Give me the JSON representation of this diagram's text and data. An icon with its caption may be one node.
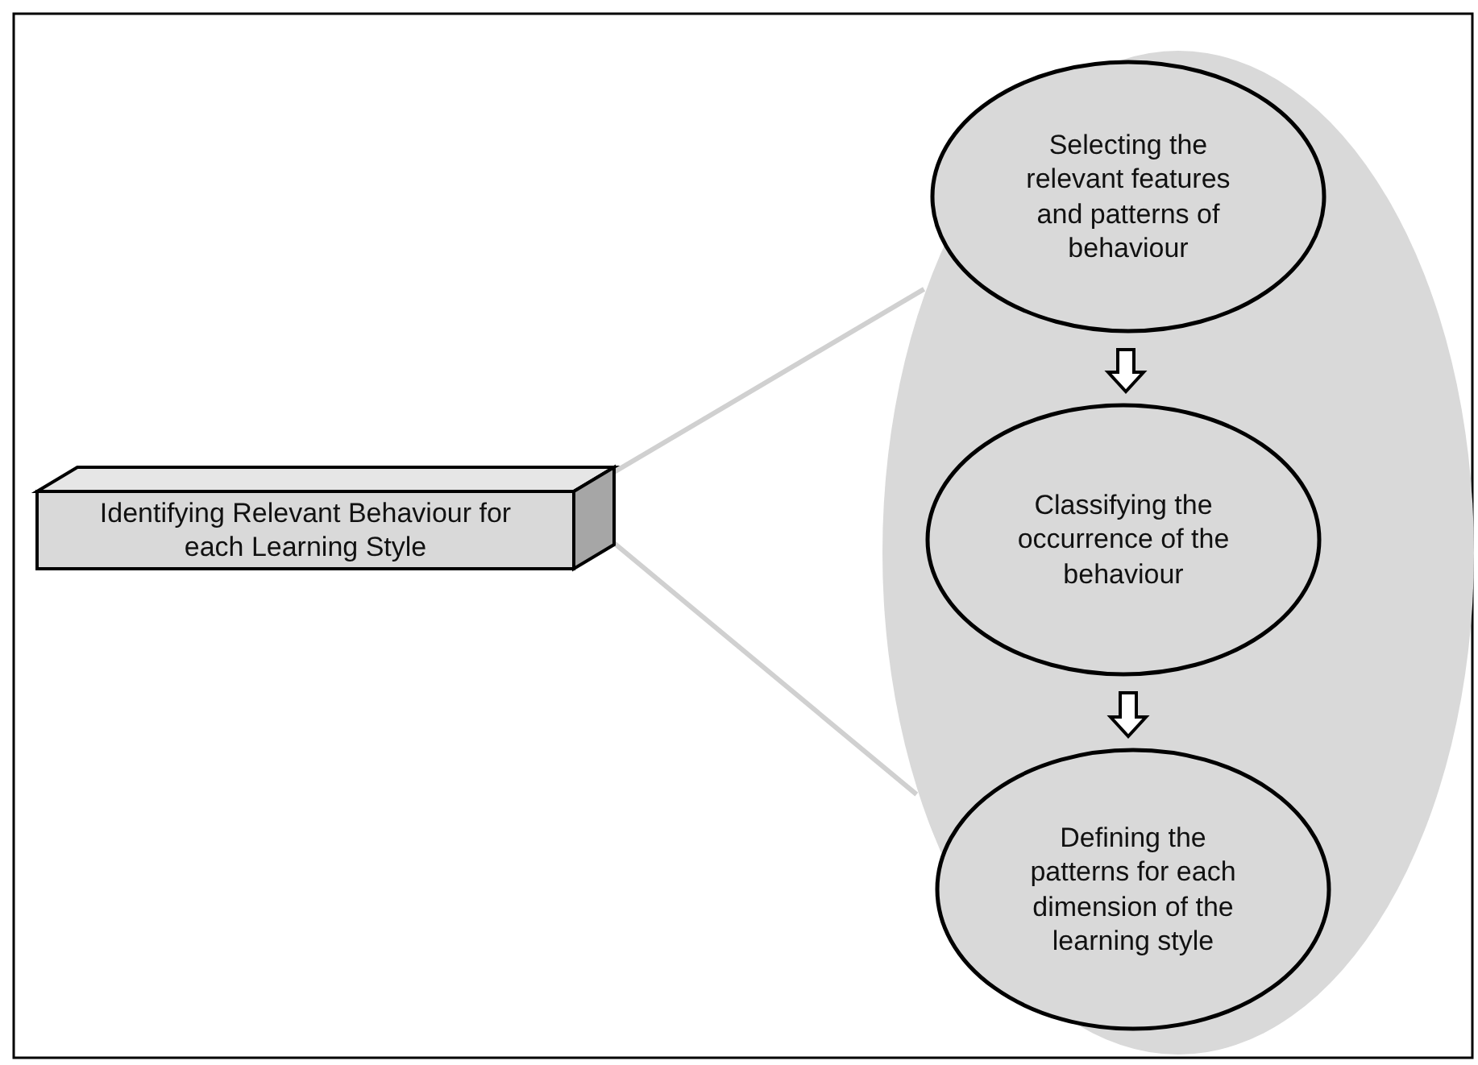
{
  "diagram": {
    "nodes": [
      {
        "text": [
          "Identifying Relevant Behaviour for each Learning Style"
        ]
      },
      {
        "text": [],
        "shape": "ellipse"
      },
      {
        "text": [
          "Selecting the relevant features and patterns of behaviour"
        ],
        "in": 1
      },
      {
        "text": [
          "Classifying the occurrence of the behaviour"
        ],
        "in": 1
      },
      {
        "text": [
          "Defining the patterns for each dimension of the learning style"
        ],
        "in": 1
      }
    ],
    "edges": [
      {
        "from": 0,
        "to": 1,
        "arrow": "none",
        "color": "#d0d0d0"
      },
      {
        "from": 0,
        "to": 1,
        "arrow": "none",
        "color": "#d0d0d0"
      },
      {
        "from": 2,
        "to": 3,
        "arrow": "to"
      },
      {
        "from": 3,
        "to": 4,
        "arrow": "to"
      }
    ]
  }
}
